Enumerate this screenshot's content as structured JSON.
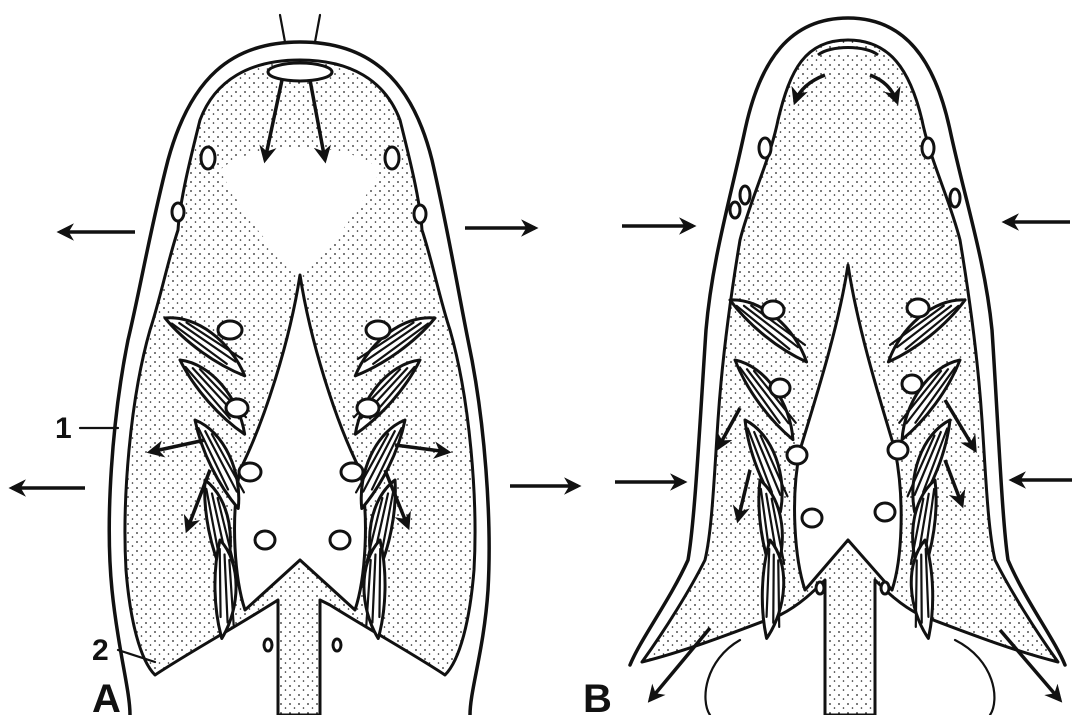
{
  "panels": [
    {
      "id": "A",
      "label": "A"
    },
    {
      "id": "B",
      "label": "B"
    }
  ],
  "callouts": [
    {
      "label": "1"
    },
    {
      "label": "2"
    }
  ],
  "colors": {
    "ink": "#111111",
    "background": "#ffffff"
  }
}
